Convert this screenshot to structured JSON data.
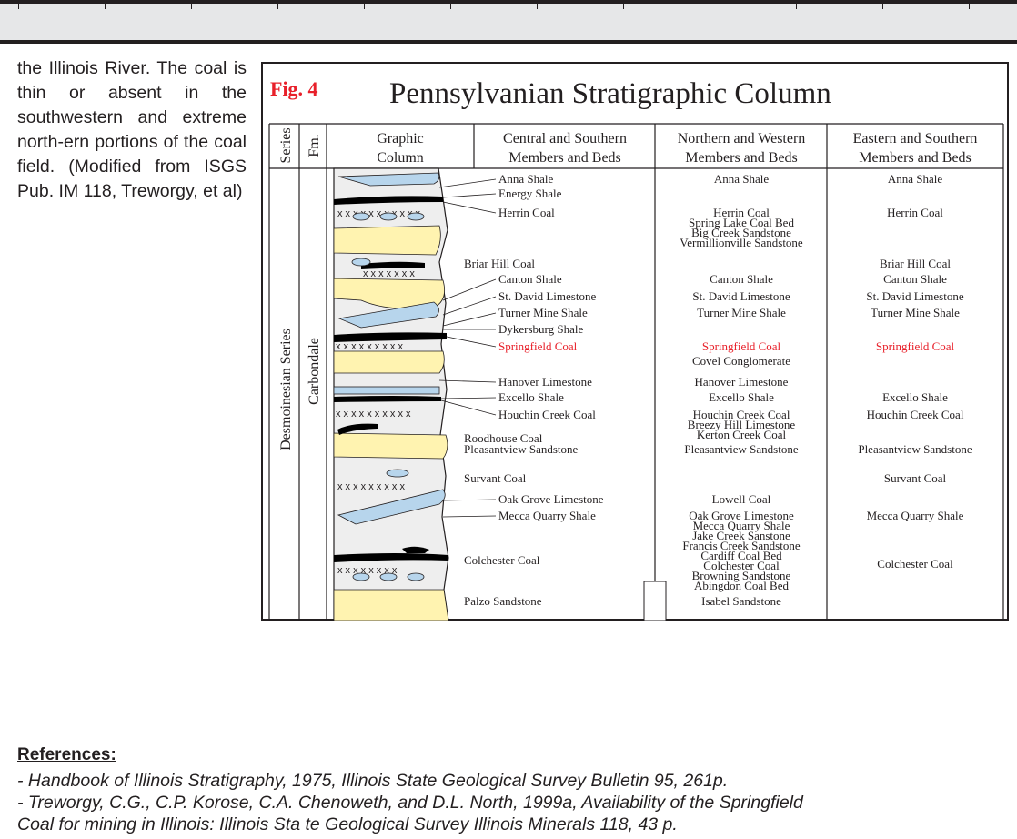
{
  "intro_text": "the Illinois River. The coal is thin or absent in the southwestern and extreme north-ern portions of the coal field. (Modified from ISGS Pub. IM 118, Treworgy, et al)",
  "figure": {
    "fig_label": "Fig. 4",
    "title": "Pennsylvanian Stratigraphic Column",
    "headers": {
      "series": "Series",
      "formation": "Fm.",
      "graphic_1": "Graphic",
      "graphic_2": "Column",
      "central_1": "Central and Southern",
      "central_2": "Members and Beds",
      "northern_1": "Northern and Western",
      "northern_2": "Members and Beds",
      "eastern_1": "Eastern and Southern",
      "eastern_2": "Members and Beds"
    },
    "series_name": "Desmoinesian Series",
    "formation_name": "Carbondale",
    "colors": {
      "coal": "#000000",
      "limestone": "#b7d5ec",
      "sandstone": "#fff3b0",
      "shale": "#d9d9d9",
      "highlight": "#e8202a",
      "fig_label": "#e8202a"
    },
    "central_members": [
      "Anna Shale",
      "Energy Shale",
      "Herrin Coal",
      "Briar Hill Coal",
      "Canton Shale",
      "St. David Limestone",
      "Turner Mine Shale",
      "Dykersburg Shale",
      "Springfield Coal",
      "Hanover Limestone",
      "Excello Shale",
      "Houchin Creek Coal",
      "Roodhouse Coal",
      "Pleasantview Sandstone",
      "Survant Coal",
      "Oak Grove Limestone",
      "Mecca Quarry Shale",
      "Colchester Coal",
      "Palzo Sandstone"
    ],
    "northern_members": [
      "Anna Shale",
      "Herrin Coal",
      "Spring Lake Coal Bed",
      "Big Creek Sandstone",
      "Vermillionville Sandstone",
      "Canton Shale",
      "St. David Limestone",
      "Turner Mine Shale",
      "Springfield Coal",
      "Covel Conglomerate",
      "Hanover Limestone",
      "Excello Shale",
      "Houchin Creek Coal",
      "Breezy Hill Limestone",
      "Kerton Creek Coal",
      "Pleasantview Sandstone",
      "Lowell Coal",
      "Oak Grove Limestone",
      "Mecca Quarry Shale",
      "Jake Creek Sanstone",
      "Francis Creek Sandstone",
      "Cardiff Coal Bed",
      "Colchester Coal",
      "Browning Sandstone",
      "Abingdon Coal Bed",
      "Isabel Sandstone"
    ],
    "eastern_members": [
      "Anna Shale",
      "Herrin Coal",
      "Briar Hill Coal",
      "Canton Shale",
      "St. David Limestone",
      "Turner Mine Shale",
      "Springfield Coal",
      "Excello Shale",
      "Houchin Creek Coal",
      "Pleasantview Sandstone",
      "Survant Coal",
      "Mecca Quarry Shale",
      "Colchester Coal"
    ]
  },
  "references": {
    "heading": "References:",
    "items": [
      "- Handbook of Illinois Stratigraphy, 1975, Illinois State Geological Survey Bulletin 95, 261p.",
      "- Treworgy, C.G., C.P. Korose, C.A. Chenoweth, and D.L. North, 1999a, Availability of the Springfield",
      "Coal for mining in Illinois: Illinois Sta te Geological Survey Illinois Minerals 118, 43 p."
    ]
  }
}
